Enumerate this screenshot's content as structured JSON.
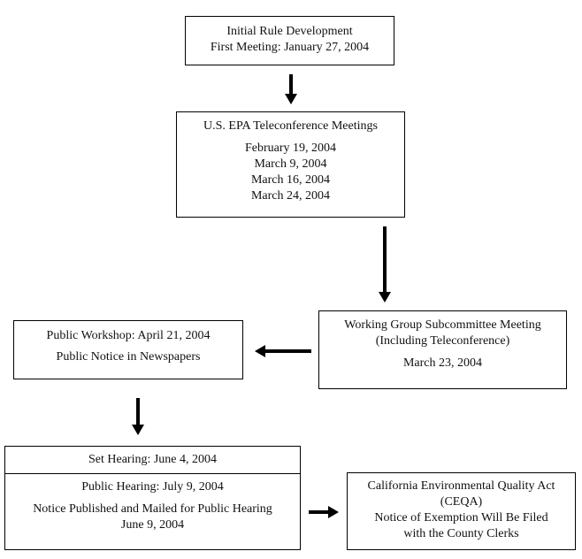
{
  "initial": {
    "line1": "Initial Rule Development",
    "line2": "First Meeting: January 27, 2004"
  },
  "epa": {
    "title": "U.S. EPA Teleconference Meetings",
    "dates": [
      "February 19, 2004",
      "March 9, 2004",
      "March 16, 2004",
      "March 24, 2004"
    ]
  },
  "working_group": {
    "line1": "Working Group Subcommittee Meeting",
    "line2": "(Including Teleconference)",
    "date": "March 23, 2004"
  },
  "workshop": {
    "line1": "Public Workshop: April 21, 2004",
    "line2": "Public Notice in Newspapers"
  },
  "hearing": {
    "set": "Set Hearing: June 4, 2004",
    "public": "Public Hearing: July 9, 2004",
    "notice_line1": "Notice Published and Mailed for Public Hearing",
    "notice_line2": "June 9, 2004"
  },
  "ceqa": {
    "line1": "California Environmental Quality Act",
    "line2": "(CEQA)",
    "line3": "Notice of Exemption Will Be Filed",
    "line4": "with the County Clerks"
  },
  "colors": {
    "stroke": "#000000",
    "text": "#111111",
    "background": "#ffffff"
  }
}
